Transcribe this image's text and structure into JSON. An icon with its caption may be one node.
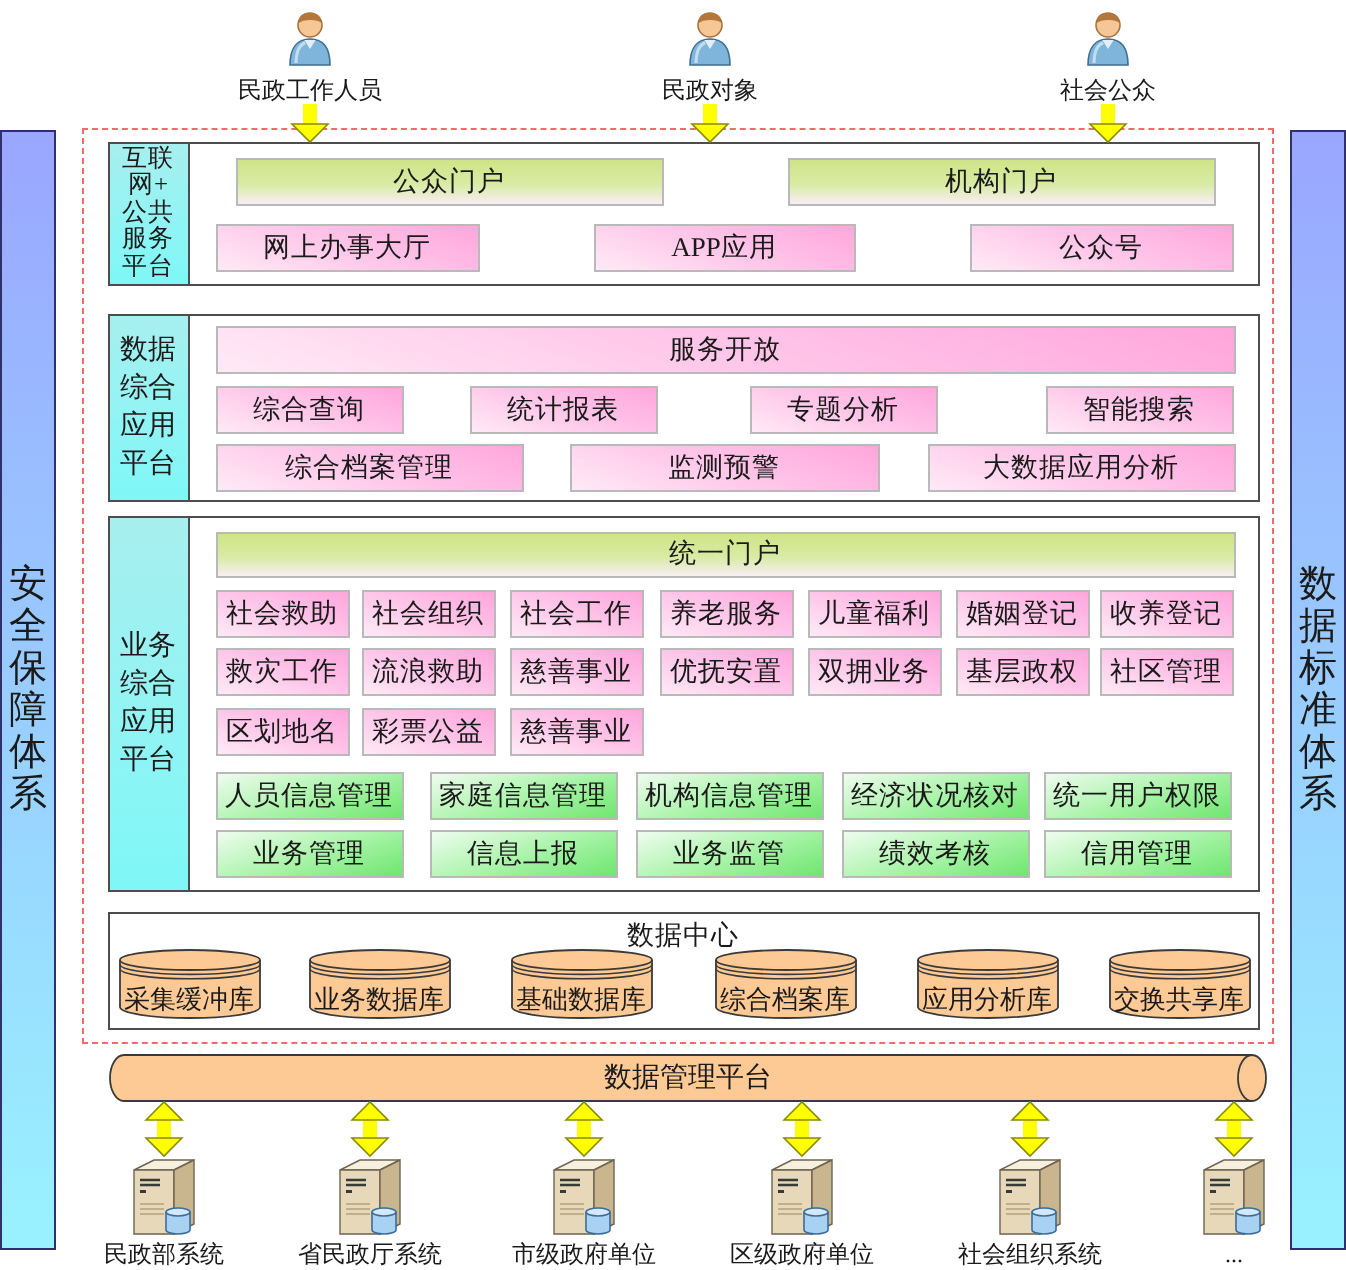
{
  "diagram": {
    "nodes": [
      {
        "text": [],
        "shape": "person",
        "beside": [
          "民政工作人员"
        ]
      },
      {
        "text": [],
        "shape": "person",
        "beside": [
          "民政对象"
        ]
      },
      {
        "text": [],
        "shape": "person",
        "beside": [
          "社会公众"
        ]
      },
      {
        "text": [
          "安全保障体系"
        ]
      },
      {
        "text": [
          "数据标准体系"
        ]
      },
      {
        "text": [],
        "shape": "box"
      },
      {
        "text": [
          "互联网+公共服务平台"
        ],
        "in": 5
      },
      {
        "text": [
          "公众门户"
        ],
        "in": 6
      },
      {
        "text": [
          "机构门户"
        ],
        "in": 6
      },
      {
        "text": [
          "网上办事大厅"
        ],
        "in": 6
      },
      {
        "text": [
          "APP应用"
        ],
        "in": 6
      },
      {
        "text": [
          "公众号"
        ],
        "in": 6
      },
      {
        "text": [
          "数据综合应用平台"
        ],
        "in": 5
      },
      {
        "text": [
          "服务开放"
        ],
        "in": 12
      },
      {
        "text": [
          "综合查询"
        ],
        "in": 12
      },
      {
        "text": [
          "统计报表"
        ],
        "in": 12
      },
      {
        "text": [
          "专题分析"
        ],
        "in": 12
      },
      {
        "text": [
          "智能搜索"
        ],
        "in": 12
      },
      {
        "text": [
          "综合档案管理"
        ],
        "in": 12
      },
      {
        "text": [
          "监测预警"
        ],
        "in": 12
      },
      {
        "text": [
          "大数据应用分析"
        ],
        "in": 12
      },
      {
        "text": [
          "业务综合应用平台"
        ],
        "in": 5
      },
      {
        "text": [
          "统一门户"
        ],
        "in": 21
      },
      {
        "text": [
          "社会救助"
        ],
        "in": 21
      },
      {
        "text": [
          "社会组织"
        ],
        "in": 21
      },
      {
        "text": [
          "社会工作"
        ],
        "in": 21
      },
      {
        "text": [
          "养老服务"
        ],
        "in": 21
      },
      {
        "text": [
          "儿童福利"
        ],
        "in": 21
      },
      {
        "text": [
          "婚姻登记"
        ],
        "in": 21
      },
      {
        "text": [
          "收养登记"
        ],
        "in": 21
      },
      {
        "text": [
          "救灾工作"
        ],
        "in": 21
      },
      {
        "text": [
          "流浪救助"
        ],
        "in": 21
      },
      {
        "text": [
          "慈善事业"
        ],
        "in": 21
      },
      {
        "text": [
          "优抚安置"
        ],
        "in": 21
      },
      {
        "text": [
          "双拥业务"
        ],
        "in": 21
      },
      {
        "text": [
          "基层政权"
        ],
        "in": 21
      },
      {
        "text": [
          "社区管理"
        ],
        "in": 21
      },
      {
        "text": [
          "区划地名"
        ],
        "in": 21
      },
      {
        "text": [
          "彩票公益"
        ],
        "in": 21
      },
      {
        "text": [
          "慈善事业"
        ],
        "in": 21
      },
      {
        "text": [
          "人员信息管理"
        ],
        "in": 21
      },
      {
        "text": [
          "家庭信息管理"
        ],
        "in": 21
      },
      {
        "text": [
          "机构信息管理"
        ],
        "in": 21
      },
      {
        "text": [
          "经济状况核对"
        ],
        "in": 21
      },
      {
        "text": [
          "统一用户权限"
        ],
        "in": 21
      },
      {
        "text": [
          "业务管理"
        ],
        "in": 21
      },
      {
        "text": [
          "信息上报"
        ],
        "in": 21
      },
      {
        "text": [
          "业务监管"
        ],
        "in": 21
      },
      {
        "text": [
          "绩效考核"
        ],
        "in": 21
      },
      {
        "text": [
          "信用管理"
        ],
        "in": 21
      },
      {
        "text": [
          "数据中心"
        ],
        "in": 5
      },
      {
        "text": [
          "采集缓冲库"
        ],
        "in": 50
      },
      {
        "text": [
          "业务数据库"
        ],
        "in": 50
      },
      {
        "text": [
          "基础数据库"
        ],
        "in": 50
      },
      {
        "text": [
          "综合档案库"
        ],
        "in": 50
      },
      {
        "text": [
          "应用分析库"
        ],
        "in": 50
      },
      {
        "text": [
          "交换共享库"
        ],
        "in": 50
      },
      {
        "text": [
          "数据管理平台"
        ]
      },
      {
        "text": [],
        "shape": "picture",
        "beside": [
          "民政部系统"
        ]
      },
      {
        "text": [],
        "shape": "picture",
        "beside": [
          "省民政厅系统"
        ]
      },
      {
        "text": [],
        "shape": "picture",
        "beside": [
          "市级政府单位"
        ]
      },
      {
        "text": [],
        "shape": "picture",
        "beside": [
          "区级政府单位"
        ]
      },
      {
        "text": [],
        "shape": "picture",
        "beside": [
          "社会组织系统"
        ]
      },
      {
        "text": [],
        "shape": "picture",
        "beside": [
          "..."
        ]
      }
    ],
    "edges": [
      {
        "from": 0,
        "to": 6,
        "arrow": "to"
      },
      {
        "from": 1,
        "to": 6,
        "arrow": "to"
      },
      {
        "from": 2,
        "to": 6,
        "arrow": "to"
      },
      {
        "from": 57,
        "to": 58,
        "arrow": "both"
      },
      {
        "from": 57,
        "to": 59,
        "arrow": "both"
      },
      {
        "from": 57,
        "to": 60,
        "arrow": "both"
      },
      {
        "from": 57,
        "to": 61,
        "arrow": "both"
      },
      {
        "from": 57,
        "to": 62,
        "arrow": "both"
      },
      {
        "from": 57,
        "to": 63,
        "arrow": "both"
      }
    ]
  }
}
